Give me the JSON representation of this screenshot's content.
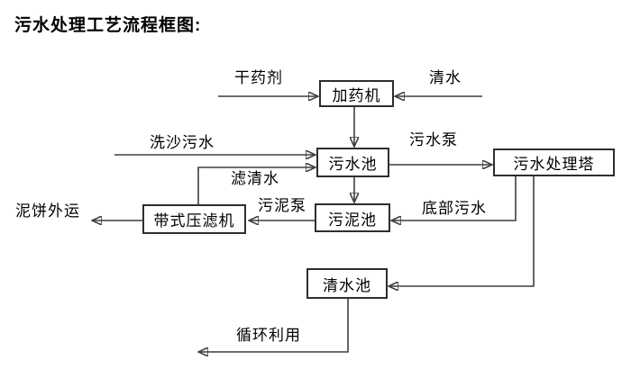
{
  "title": "污水处理工艺流程框图:",
  "diagram": {
    "boxes": [
      {
        "id": "doser",
        "label": "加药机"
      },
      {
        "id": "sewage-pool",
        "label": "污水池"
      },
      {
        "id": "treatment-tower",
        "label": "污水处理塔"
      },
      {
        "id": "sludge-pool",
        "label": "污泥池"
      },
      {
        "id": "belt-filter-press",
        "label": "带式压滤机"
      },
      {
        "id": "clean-water-pool",
        "label": "清水池"
      }
    ],
    "flow_labels": [
      {
        "id": "dry-chemical",
        "text": "干药剂"
      },
      {
        "id": "clean-water-in",
        "text": "清水"
      },
      {
        "id": "sand-washing-sewage",
        "text": "洗沙污水"
      },
      {
        "id": "sewage-pump",
        "text": "污水泵"
      },
      {
        "id": "filtered-water",
        "text": "滤清水"
      },
      {
        "id": "sludge-pump",
        "text": "污泥泵"
      },
      {
        "id": "bottom-sewage",
        "text": "底部污水"
      },
      {
        "id": "mud-cake-out",
        "text": "泥饼外运"
      },
      {
        "id": "recycle-use",
        "text": "循环利用"
      }
    ],
    "edges": [
      {
        "from": "干药剂",
        "to": "加药机"
      },
      {
        "from": "清水",
        "to": "加药机"
      },
      {
        "from": "加药机",
        "to": "污水池"
      },
      {
        "from": "洗沙污水",
        "to": "污水池"
      },
      {
        "from": "带式压滤机",
        "to": "污水池",
        "label": "滤清水"
      },
      {
        "from": "污水池",
        "to": "污水处理塔",
        "label": "污水泵"
      },
      {
        "from": "污水池",
        "to": "污泥池"
      },
      {
        "from": "污水处理塔",
        "to": "污泥池",
        "label": "底部污水"
      },
      {
        "from": "污泥池",
        "to": "带式压滤机",
        "label": "污泥泵"
      },
      {
        "from": "带式压滤机",
        "to": "泥饼外运"
      },
      {
        "from": "污水处理塔",
        "to": "清水池"
      },
      {
        "from": "清水池",
        "to": "循环利用"
      }
    ],
    "colors": {
      "line": "#3f3f3f",
      "arrowhead": "#1a1a1a",
      "box_border": "#2e2e2e",
      "text": "#000000",
      "background": "#ffffff"
    }
  }
}
